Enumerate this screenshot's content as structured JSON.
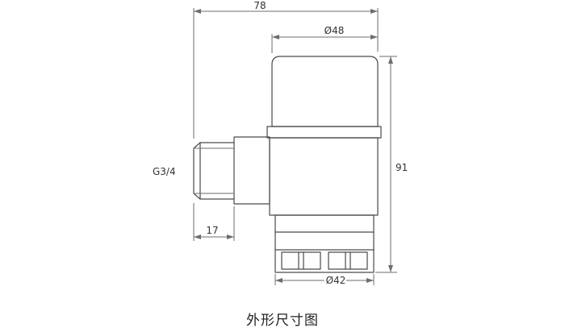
{
  "drawing": {
    "caption": "外形尺寸图",
    "labels": {
      "total_width": "78",
      "cap_diameter": "Ø48",
      "total_height": "91",
      "thread_spec": "G3/4",
      "thread_length": "17",
      "base_diameter": "Ø42"
    },
    "colors": {
      "outline": "#4a4a4a",
      "dimension_line": "#6e6e6e",
      "label_text": "#333333",
      "background": "#ffffff"
    }
  }
}
